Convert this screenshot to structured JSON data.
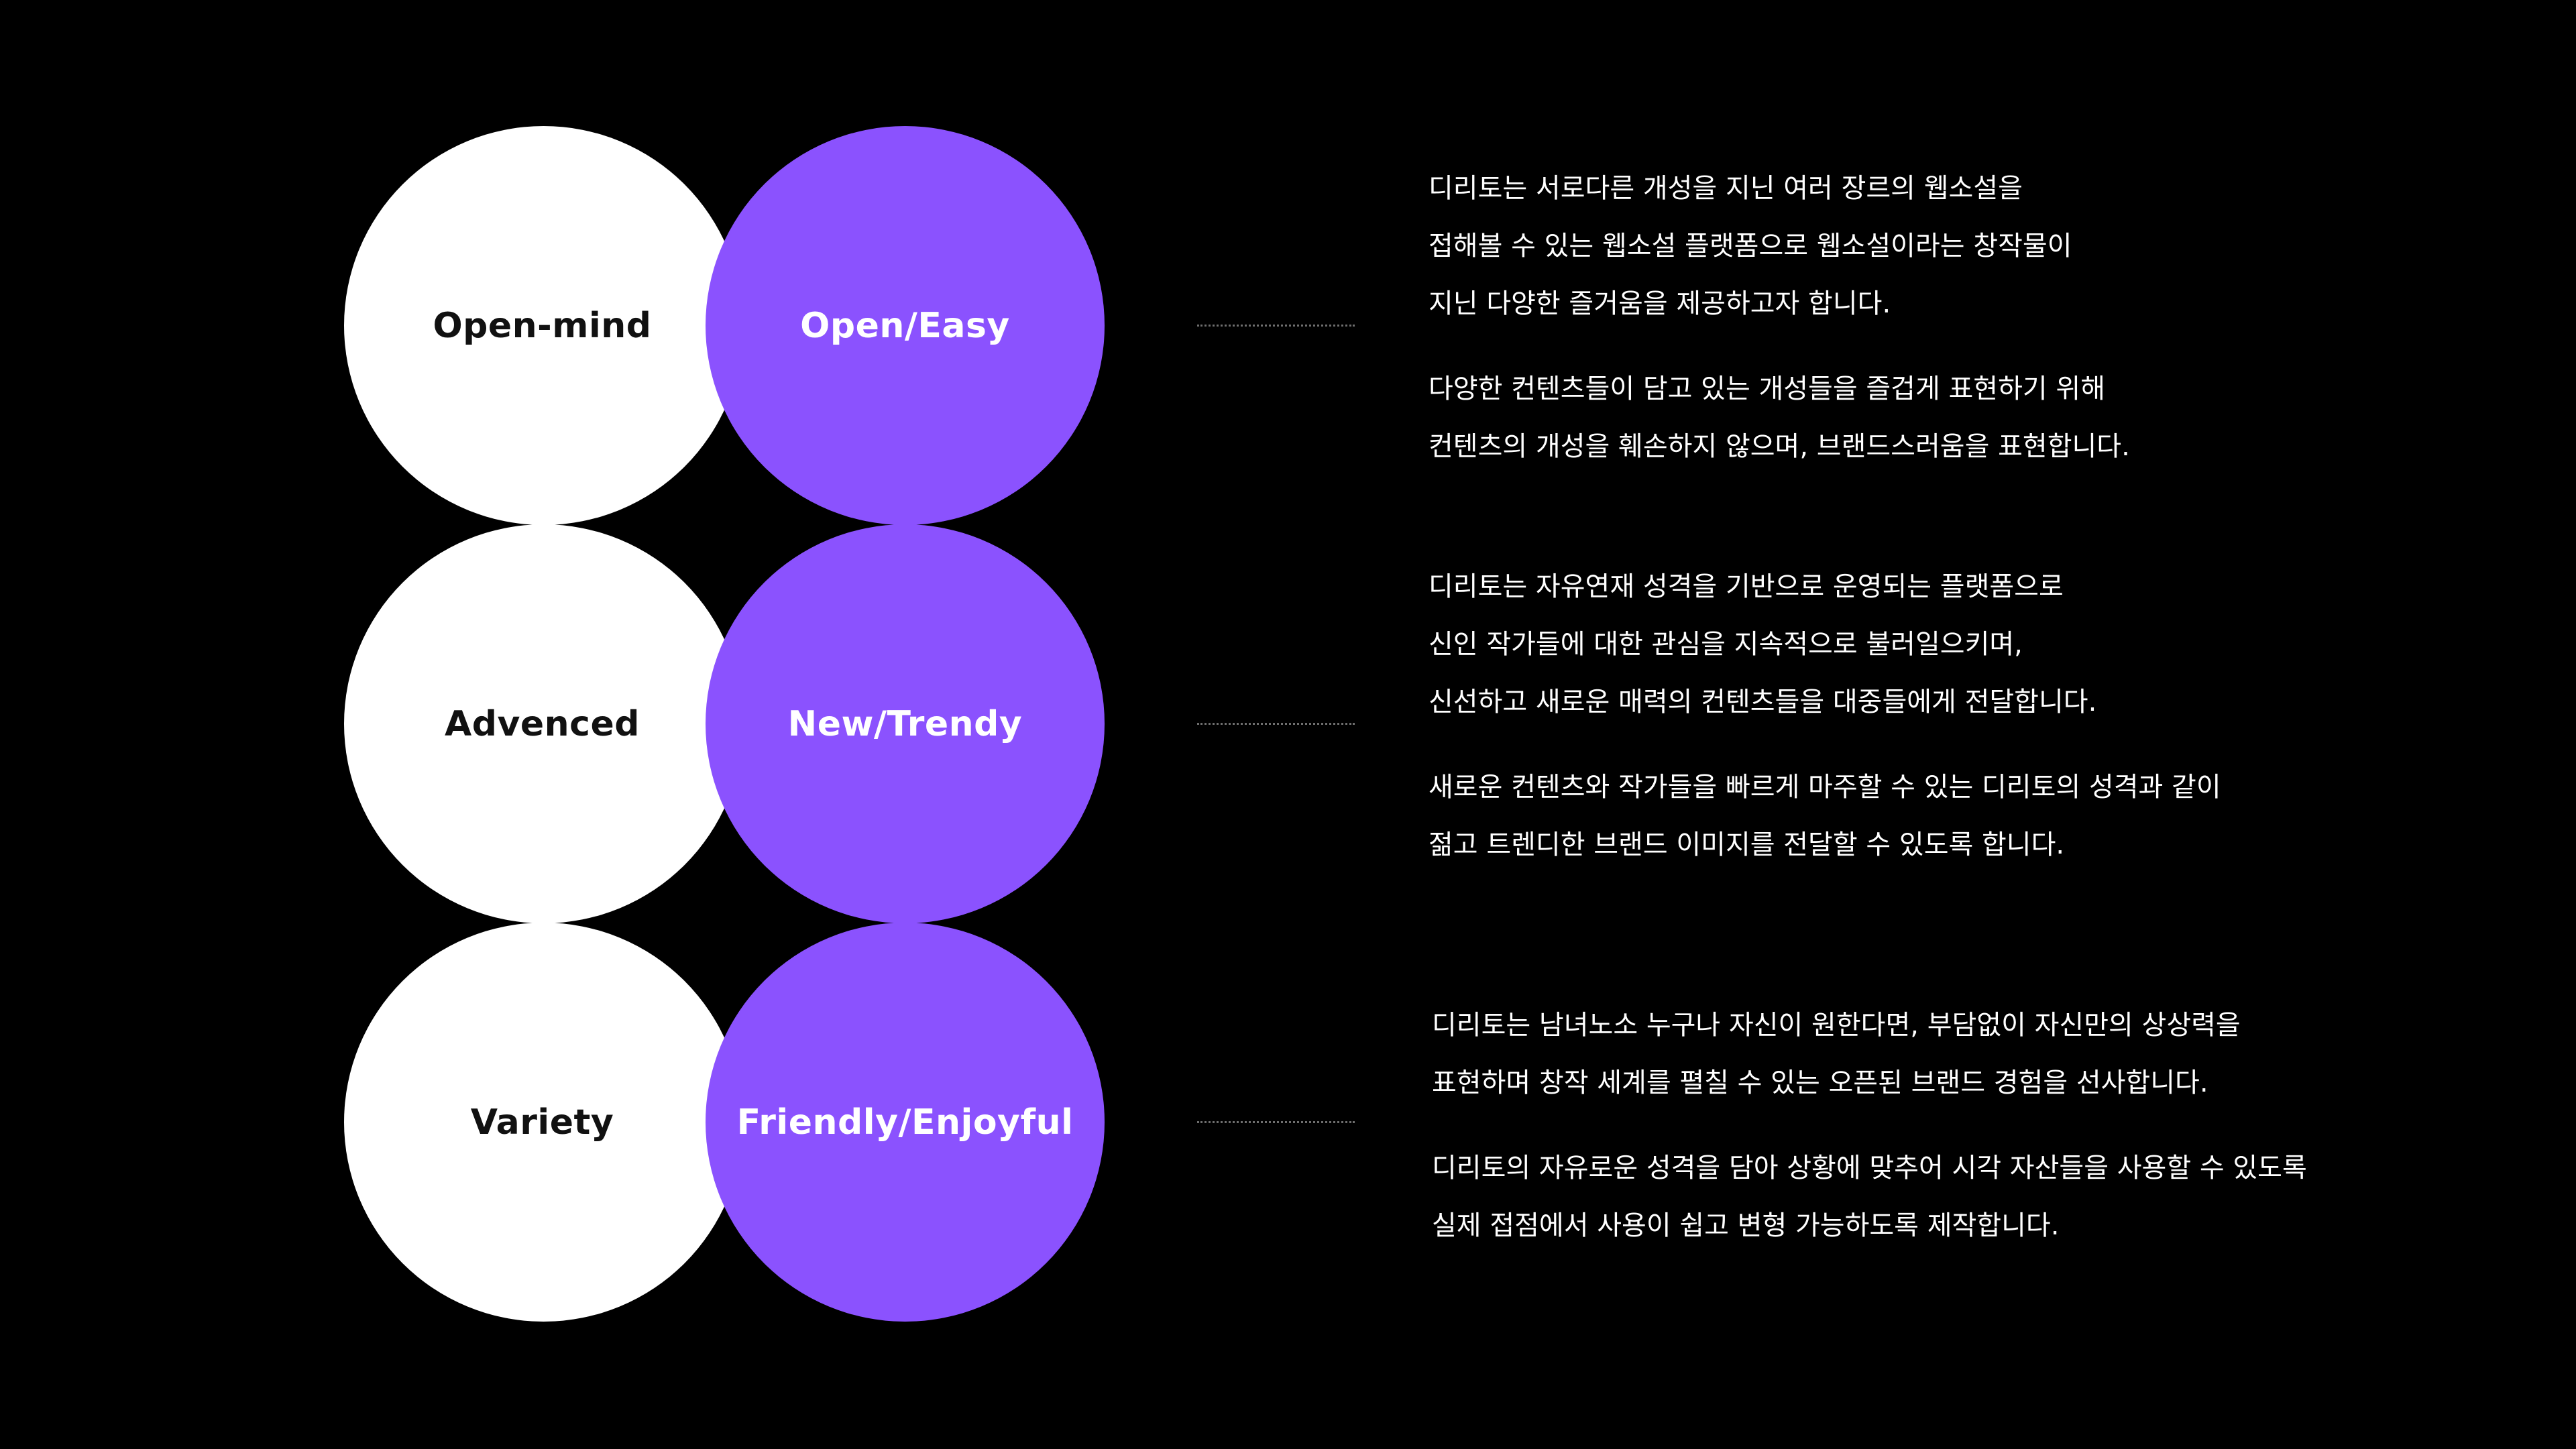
{
  "colors": {
    "background": "#000000",
    "circle_light": "#ffffff",
    "circle_accent": "#8b52fe",
    "connector_dots": "#6e6e6e",
    "text": "#ffffff"
  },
  "rows": [
    {
      "left_circle_label": "Open-mind",
      "right_circle_label": "Open/Easy",
      "paragraphs": [
        {
          "lines": [
            "디리토는 서로다른 개성을 지닌 여러 장르의 웹소설을",
            "접해볼 수 있는 웹소설 플랫폼으로 웹소설이라는 창작물이",
            "지닌 다양한 즐거움을 제공하고자 합니다."
          ]
        },
        {
          "lines": [
            "다양한 컨텐츠들이 담고 있는 개성들을 즐겁게 표현하기 위해",
            "컨텐츠의 개성을 훼손하지 않으며, 브랜드스러움을 표현합니다."
          ]
        }
      ]
    },
    {
      "left_circle_label": "Advenced",
      "right_circle_label": "New/Trendy",
      "paragraphs": [
        {
          "lines": [
            "디리토는 자유연재 성격을 기반으로 운영되는 플랫폼으로",
            "신인 작가들에 대한 관심을 지속적으로 불러일으키며,",
            "신선하고 새로운 매력의 컨텐츠들을 대중들에게 전달합니다."
          ]
        },
        {
          "lines": [
            "새로운 컨텐츠와 작가들을 빠르게 마주할 수 있는 디리토의 성격과 같이",
            "젊고 트렌디한 브랜드 이미지를 전달할 수 있도록 합니다."
          ]
        }
      ]
    },
    {
      "left_circle_label": "Variety",
      "right_circle_label": "Friendly/Enjoyful",
      "paragraphs": [
        {
          "lines": [
            "디리토는 남녀노소 누구나 자신이 원한다면, 부담없이 자신만의 상상력을",
            "표현하며 창작 세계를 펼칠 수 있는 오픈된 브랜드 경험을 선사합니다."
          ]
        },
        {
          "lines": [
            "디리토의 자유로운 성격을 담아 상황에 맞추어 시각 자산들을 사용할 수 있도록",
            "실제 접점에서 사용이 쉽고 변형 가능하도록 제작합니다."
          ]
        }
      ]
    }
  ]
}
